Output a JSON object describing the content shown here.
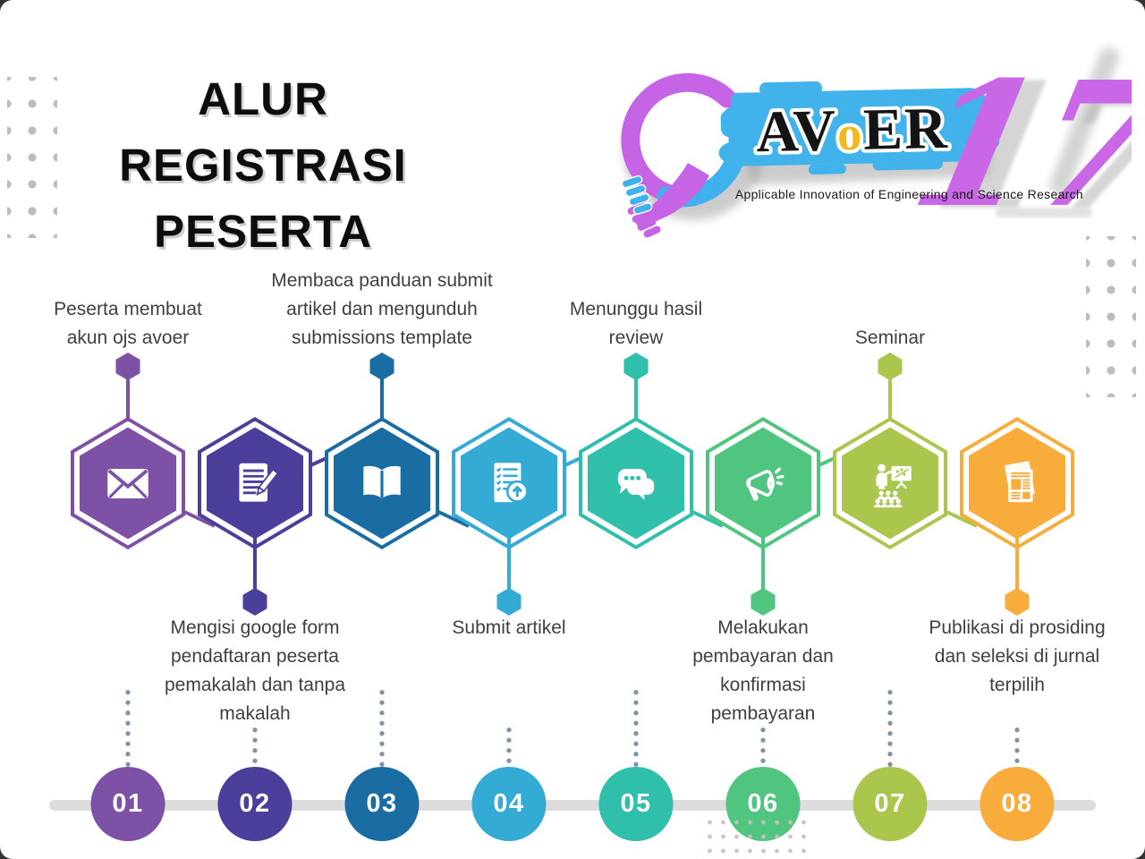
{
  "title": {
    "line1": "ALUR REGISTRASI",
    "line2": "PESERTA"
  },
  "logo": {
    "wordmark_av": "AV",
    "wordmark_o": "o",
    "wordmark_er": "ER",
    "edition": "17",
    "tagline": "Applicable Innovation of Engineering and Science Research",
    "colors": {
      "purple_hand": "#c565e6",
      "blue_hand": "#3fb1ec",
      "brush_blue": "#41b3ea",
      "o_yellow": "#f2b919",
      "edition_magenta": "#ca67e6"
    }
  },
  "colors": {
    "timeline_bar": "#dcdcdc",
    "dotted_connector": "#7e93a8",
    "decor_dots": "#bdbdbd",
    "bottom_dot_grid": "#c9bfc2",
    "label_text": "#3f3f3f",
    "title_text": "#0d0d0d"
  },
  "steps": [
    {
      "number": "01",
      "label": "Peserta membuat akun ojs avoer",
      "label_position": "above",
      "color": "#7d52a6",
      "icon": "envelope-icon"
    },
    {
      "number": "02",
      "label": "Mengisi google form pendaftaran peserta pemakalah dan tanpa makalah",
      "label_position": "below",
      "color": "#4a3f9a",
      "icon": "form-document-icon"
    },
    {
      "number": "03",
      "label": "Membaca panduan submit artikel dan mengunduh submissions template",
      "label_position": "above",
      "color": "#1a6da3",
      "icon": "open-book-icon"
    },
    {
      "number": "04",
      "label": "Submit artikel",
      "label_position": "below",
      "color": "#33abd4",
      "icon": "upload-checklist-icon"
    },
    {
      "number": "05",
      "label": "Menunggu hasil review",
      "label_position": "above",
      "color": "#2fbfab",
      "icon": "chat-review-icon"
    },
    {
      "number": "06",
      "label": "Melakukan pembayaran dan konfirmasi pembayaran",
      "label_position": "below",
      "color": "#4fc57f",
      "icon": "megaphone-icon"
    },
    {
      "number": "07",
      "label": "Seminar",
      "label_position": "above",
      "color": "#aac64d",
      "icon": "seminar-presentation-icon"
    },
    {
      "number": "08",
      "label": "Publikasi di prosiding dan seleksi di jurnal terpilih",
      "label_position": "below",
      "color": "#f7ac3b",
      "icon": "publication-icon"
    }
  ]
}
